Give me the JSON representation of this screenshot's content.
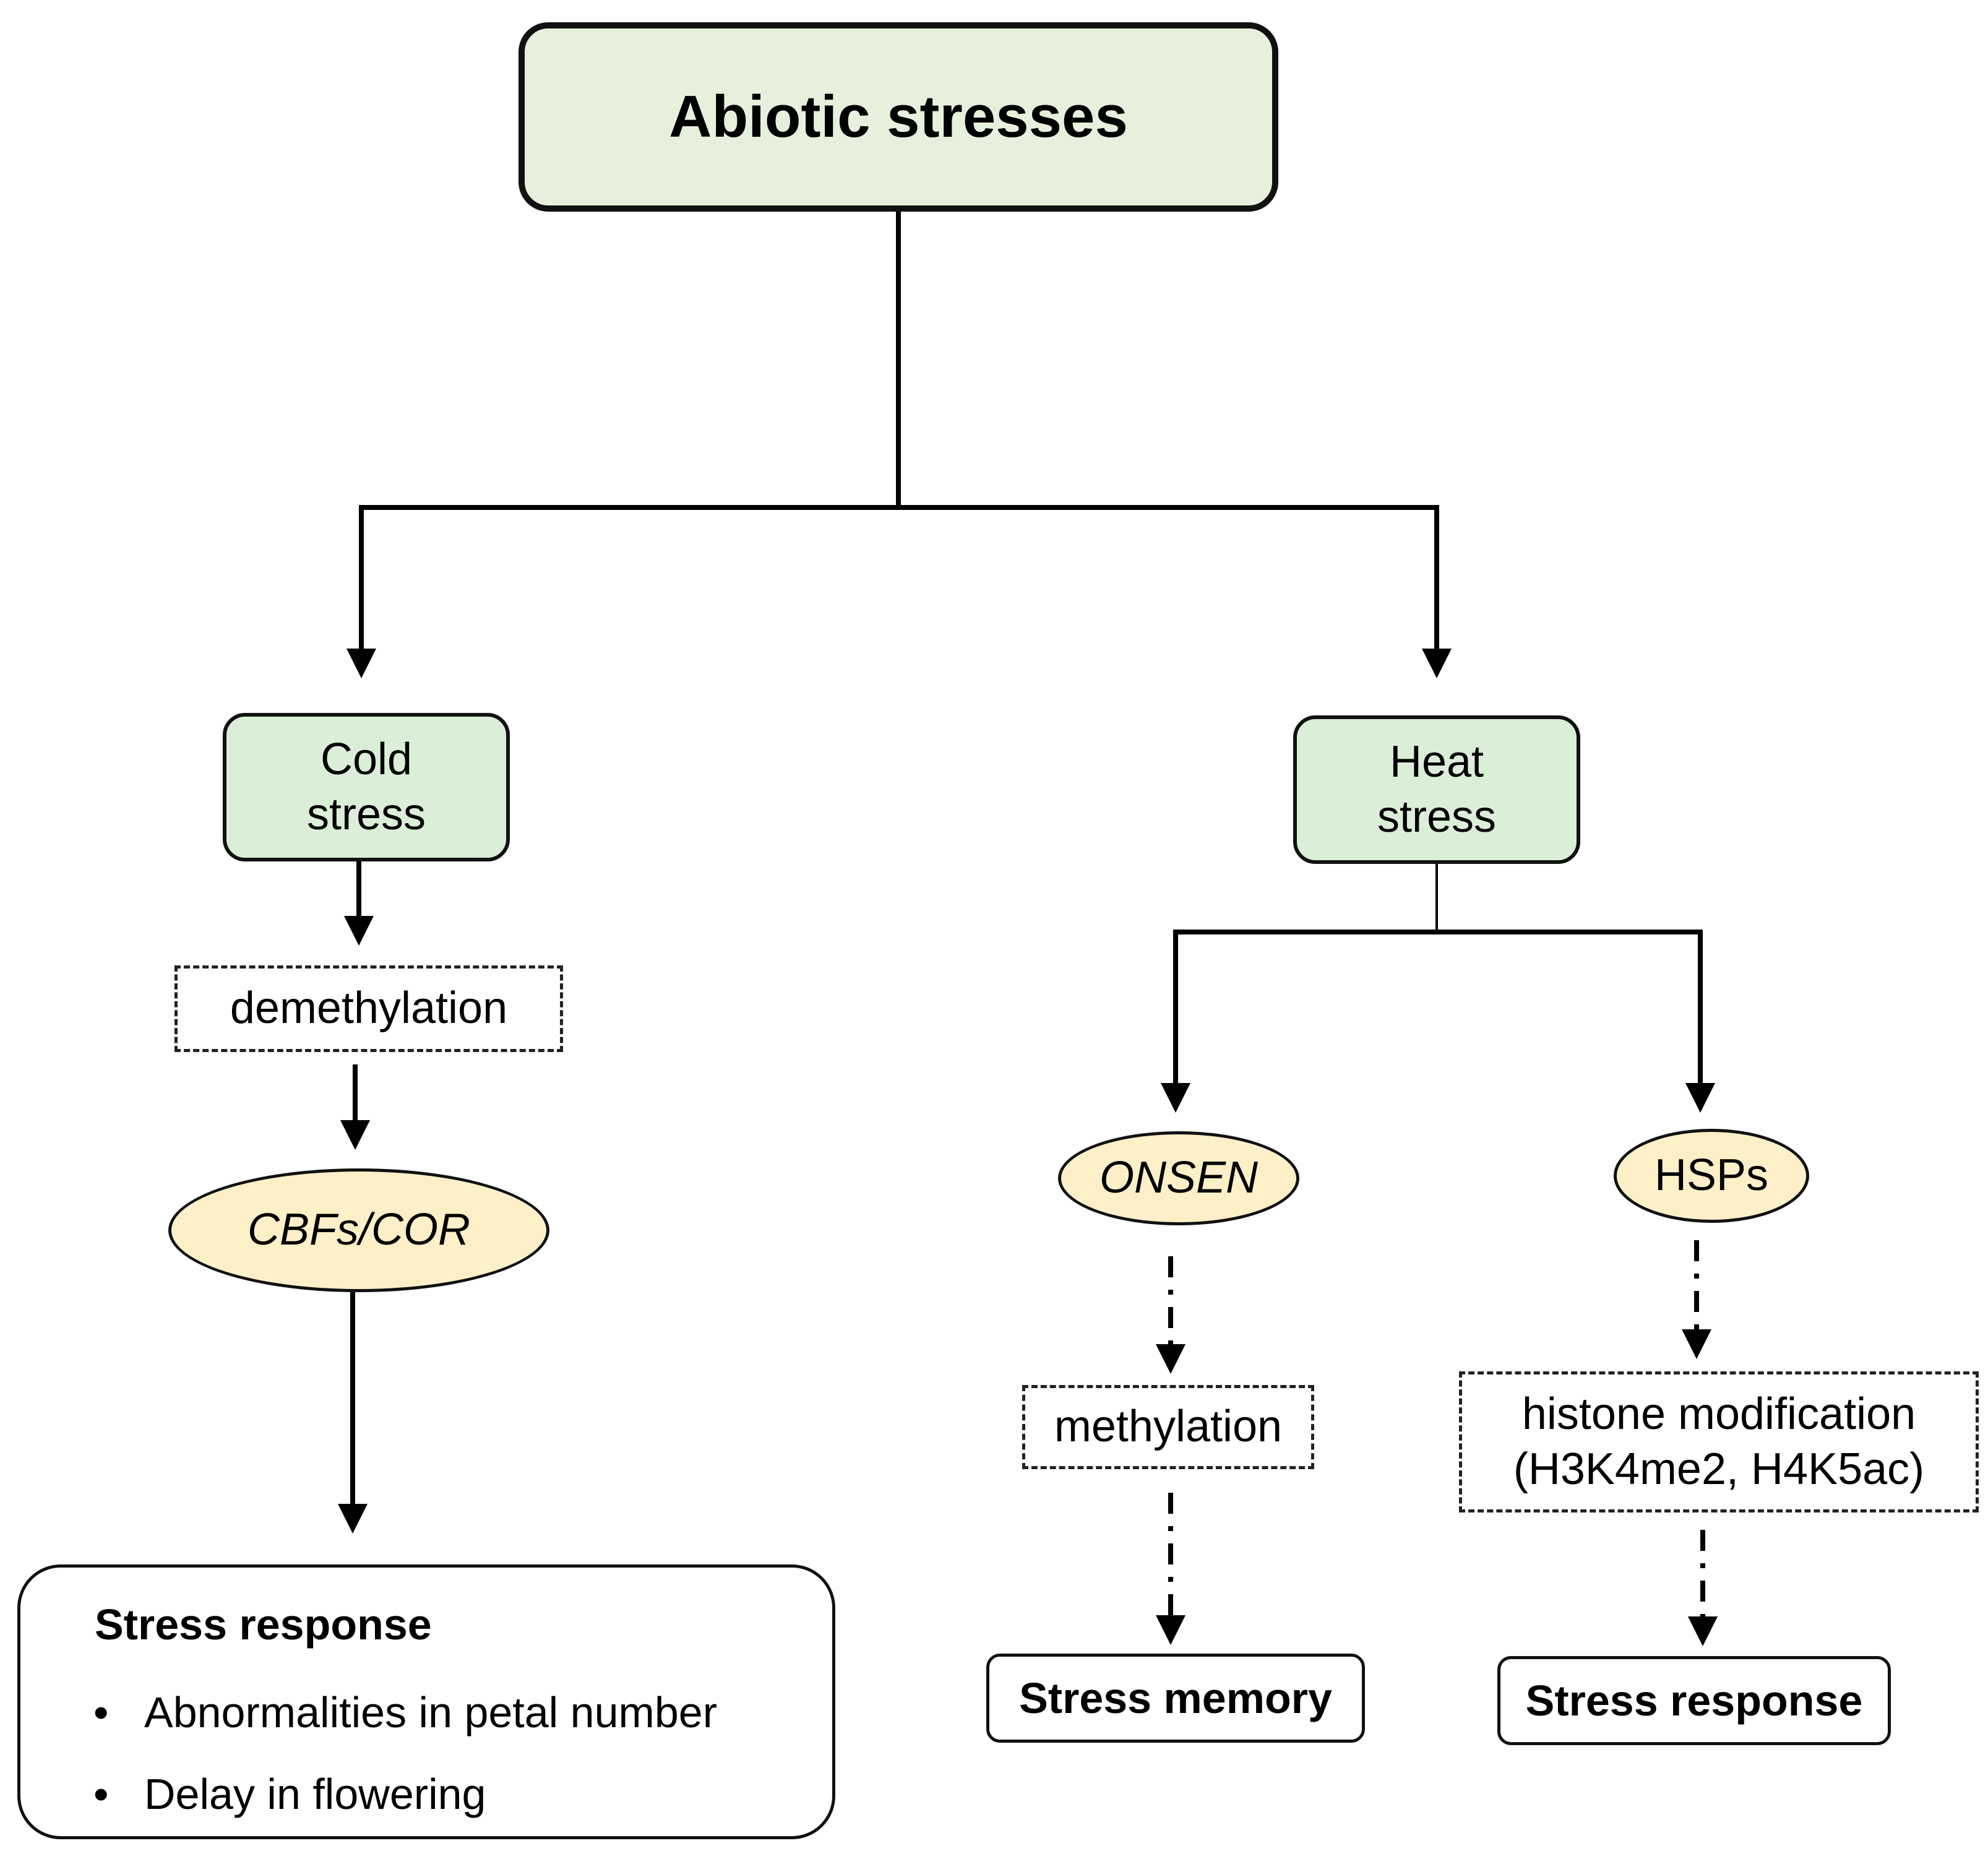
{
  "root": {
    "label": "Abiotic stresses"
  },
  "cold": {
    "label_line1": "Cold",
    "label_line2": "stress",
    "mechanism": "demethylation",
    "target": "CBFs/COR",
    "outcome": {
      "heading": "Stress response",
      "items": [
        "Abnormalities in petal number",
        "Delay in flowering"
      ]
    }
  },
  "heat": {
    "label_line1": "Heat",
    "label_line2": "stress",
    "left_branch": {
      "target": "ONSEN",
      "mechanism": "methylation",
      "outcome": "Stress memory"
    },
    "right_branch": {
      "target": "HSPs",
      "mechanism_line1": "histone modification",
      "mechanism_line2": "(H3K4me2, H4K5ac)",
      "outcome": "Stress response"
    }
  }
}
